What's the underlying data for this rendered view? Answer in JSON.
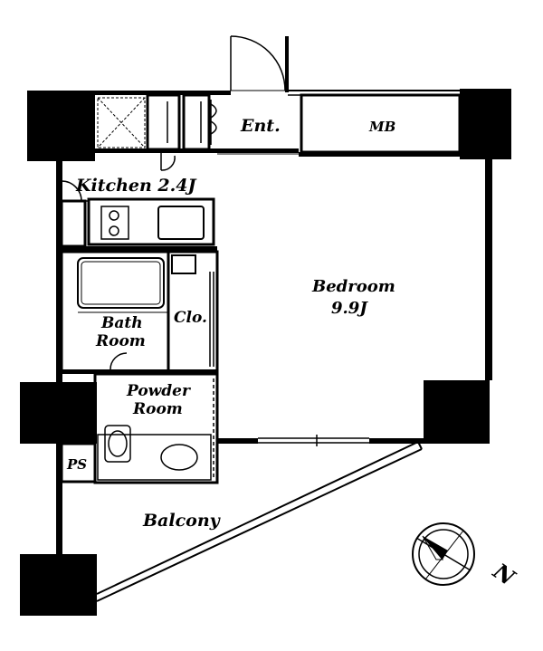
{
  "rooms": {
    "entrance": "Ent.",
    "mb": "MB",
    "kitchen": "Kitchen 2.4J",
    "bedroom_name": "Bedroom",
    "bedroom_size": "9.9J",
    "closet": "Clo.",
    "bath_line1": "Bath",
    "bath_line2": "Room",
    "powder_line1": "Powder",
    "powder_line2": "Room",
    "ps": "PS",
    "balcony": "Balcony"
  },
  "compass": {
    "north_label": "N",
    "icon": "compass-rose-icon"
  },
  "colors": {
    "ink": "#000000",
    "background": "#ffffff"
  }
}
